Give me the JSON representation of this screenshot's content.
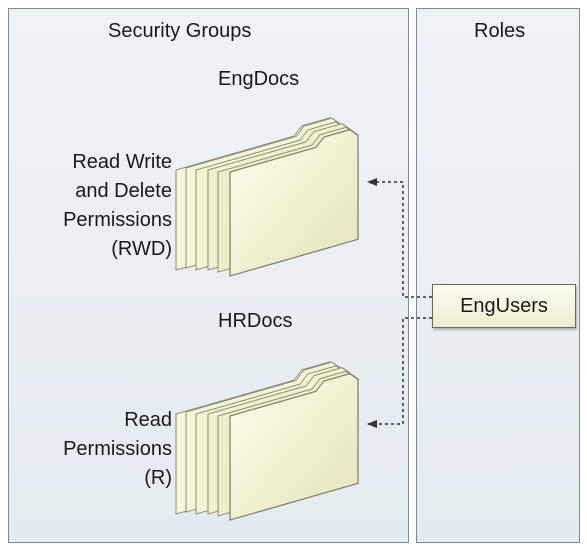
{
  "left_panel": {
    "title": "Security Groups"
  },
  "right_panel": {
    "title": "Roles"
  },
  "groups": [
    {
      "name": "EngDocs",
      "permission_lines": [
        "Read Write",
        "and Delete",
        "Permissions",
        "(RWD)"
      ]
    },
    {
      "name": "HRDocs",
      "permission_lines": [
        "Read",
        "Permissions",
        "(R)"
      ]
    }
  ],
  "role": {
    "name": "EngUsers"
  },
  "colors": {
    "panel": "#e8eef2",
    "panel_border": "#7d8a95",
    "folder": "#f1f1cf",
    "folder_edge": "#8a8a78",
    "arrow": "#333333"
  },
  "icons": [
    "folder-stack-icon",
    "arrow-icon"
  ]
}
